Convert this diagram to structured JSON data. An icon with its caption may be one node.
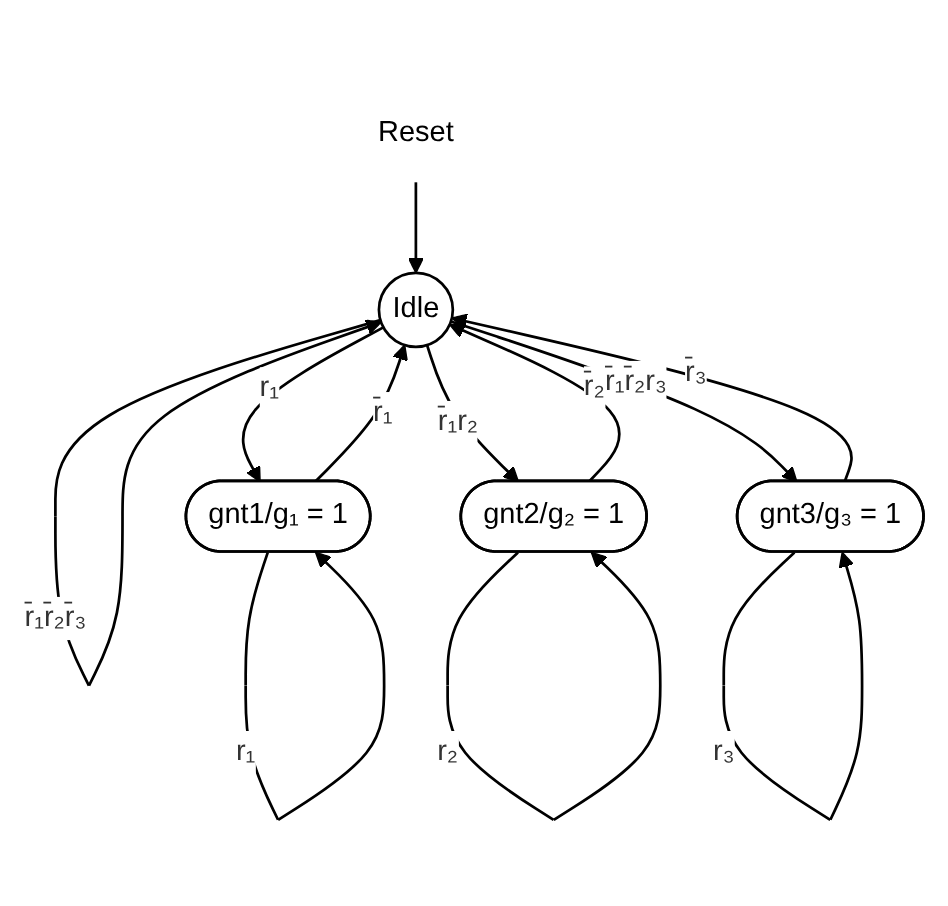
{
  "diagram": {
    "nodes": [
      {
        "text": [
          "Reset"
        ]
      },
      {
        "text": [
          "Idle"
        ]
      },
      {
        "text": [
          "gnt1/g₁ = 1"
        ]
      },
      {
        "text": [
          "gnt2/g₂ = 1"
        ]
      },
      {
        "text": [
          "gnt3/g₃ = 1"
        ]
      }
    ],
    "edges": [
      {
        "from": 0,
        "to": 1,
        "arrow": "to"
      },
      {
        "from": 1,
        "to": 1,
        "arrow": "to",
        "label": "r̄₁r̄₂r̄₃"
      },
      {
        "from": 1,
        "to": 2,
        "arrow": "to",
        "label": "r₁"
      },
      {
        "from": 2,
        "to": 1,
        "arrow": "to",
        "label": "r̄₁"
      },
      {
        "from": 2,
        "to": 2,
        "arrow": "to",
        "label": "r₁"
      },
      {
        "from": 3,
        "to": 1,
        "arrow": "to",
        "label": "r̄₂"
      },
      {
        "from": 1,
        "to": 3,
        "arrow": "to",
        "label": "r̄₁r₂"
      },
      {
        "from": 3,
        "to": 3,
        "arrow": "to",
        "label": "r₂"
      },
      {
        "from": 4,
        "to": 1,
        "arrow": "to",
        "label": "r̄₃"
      },
      {
        "from": 1,
        "to": 4,
        "arrow": "to",
        "label": "r̄₁r̄₂r₃"
      },
      {
        "from": 4,
        "to": 4,
        "arrow": "to",
        "label": "r₃"
      }
    ]
  }
}
